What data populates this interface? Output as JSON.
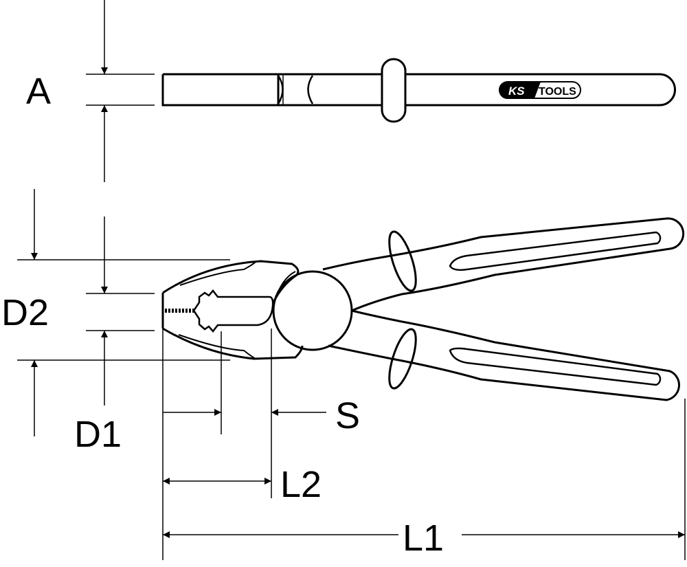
{
  "labels": {
    "a": "A",
    "d2": "D2",
    "d1": "D1",
    "s": "S",
    "l2": "L2",
    "l1": "L1"
  },
  "logo": {
    "text": "KS TOOLS"
  },
  "colors": {
    "line": "#000000",
    "background": "#ffffff"
  }
}
